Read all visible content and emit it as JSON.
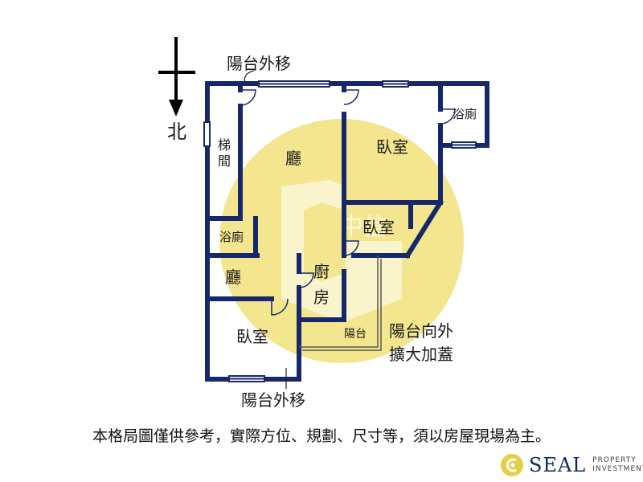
{
  "compass": {
    "label": "北"
  },
  "rooms": {
    "living_main": "廳",
    "bedroom_ne": "臥室",
    "bath_ne": "浴廁",
    "stair_line1": "梯",
    "stair_line2": "間",
    "bath_w": "浴廁",
    "bedroom_mid": "臥室",
    "living_w": "廳",
    "kitchen_line1": "廚",
    "kitchen_line2": "房",
    "bedroom_sw": "臥室",
    "balcony": "陽台"
  },
  "annotations": {
    "top_balcony": "陽台外移",
    "bottom_balcony": "陽台外移",
    "extend_line1": "陽台向外",
    "extend_line2": "擴大加蓋"
  },
  "watermark": {
    "chars": "中信"
  },
  "disclaimer": "本格局圖僅供參考，實際方位、規劃、尺寸等，須以房屋現場為主。",
  "brand": {
    "name": "SEAL",
    "sub1": "PROPERTY",
    "sub2": "INVESTMENT",
    "colors": {
      "navy": "#0b2a5c",
      "gold": "#e3cf4a"
    }
  },
  "colors": {
    "wall": "#16286b",
    "watermark": "#efe17a"
  }
}
